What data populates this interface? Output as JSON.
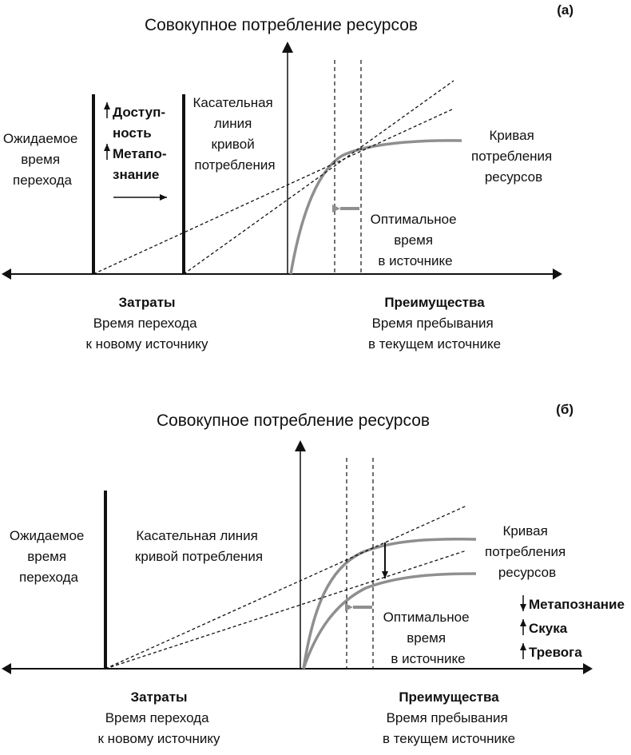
{
  "colors": {
    "ink": "#111111",
    "curve": "#8f8f8f"
  },
  "panel_a": {
    "tag": "(а)",
    "title": "Совокупное потребление ресурсов",
    "expected_time": [
      "Ожидаемое",
      "время",
      "перехода"
    ],
    "factors": {
      "availability": [
        "Доступ-",
        "ность"
      ],
      "metacognition": [
        "Метапо-",
        "знание"
      ]
    },
    "tangent_label": [
      "Касательная",
      "линия",
      "кривой",
      "потребления"
    ],
    "curve_label": [
      "Кривая",
      "потребления",
      "ресурсов"
    ],
    "optimal_label": [
      "Оптимальное",
      "время",
      "в источнике"
    ],
    "costs": {
      "heading": "Затраты",
      "lines": [
        "Время перехода",
        "к новому источнику"
      ]
    },
    "benefits": {
      "heading": "Преимущества",
      "lines": [
        "Время пребывания",
        "в текущем источнике"
      ]
    }
  },
  "panel_b": {
    "tag": "(б)",
    "title": "Совокупное потребление ресурсов",
    "expected_time": [
      "Ожидаемое",
      "время",
      "перехода"
    ],
    "tangent_label": [
      "Касательная линия",
      "кривой потребления"
    ],
    "curve_label": [
      "Кривая",
      "потребления",
      "ресурсов"
    ],
    "optimal_label": [
      "Оптимальное",
      "время",
      "в источнике"
    ],
    "factors": [
      "Метапознание",
      "Скука",
      "Тревога"
    ],
    "costs": {
      "heading": "Затраты",
      "lines": [
        "Время перехода",
        "к новому источнику"
      ]
    },
    "benefits": {
      "heading": "Преимущества",
      "lines": [
        "Время пребывания",
        "в текущем источнике"
      ]
    }
  }
}
